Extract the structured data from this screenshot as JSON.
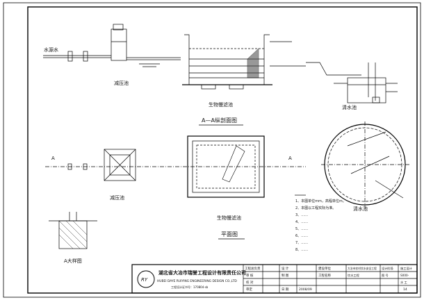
{
  "drawing": {
    "labels": {
      "water_source": "水源水",
      "pressure_tank_top": "减压池",
      "bio_filter_top": "生物慢滤池",
      "clear_tank_top": "清水池",
      "section_title": "A—A纵剖面图",
      "pressure_tank_plan": "减压池",
      "bio_filter_plan": "生物慢滤池",
      "clear_tank_plan": "清水池",
      "plan_title": "平面图",
      "detail_title": "A大样图",
      "section_mark": "A"
    },
    "notes": [
      "1、本图单位mm，高程单位m。",
      "2、本图以工程实际为准。",
      "3、……",
      "4、……",
      "5、……",
      "6、……",
      "7、……",
      "8、……"
    ],
    "company": {
      "name_cn": "湖北省大冶市瑞誉工程设计有限责任公司",
      "name_en": "HUBEI DAYE RUIYING ENGINEERING DESIGN CO.,LTD",
      "cert": "工程设计证书号：170804-sb",
      "logo_text": "RY"
    },
    "title_block": {
      "engineer": "工程总负责",
      "review": "审定",
      "approve": "审 核",
      "check": "校 对",
      "design": "设 计",
      "draw": "制 图",
      "date_label": "日 期",
      "date": "2008/09",
      "project_label": "建设单位",
      "project": "大冶市农村饮水安全工程",
      "drawing_name_label": "工程名称",
      "drawing_name": "饮水工程",
      "stage_label": "设计阶段",
      "stage": "施工设计",
      "no_label": "图 号",
      "no": "S000-",
      "discipline": "水 工",
      "sheet": "14"
    }
  }
}
